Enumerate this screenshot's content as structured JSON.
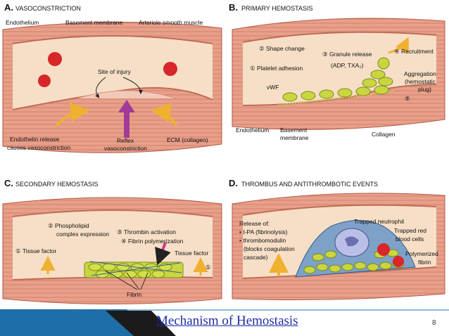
{
  "colors": {
    "vessel_wall": "#e7a08a",
    "lumen": "#f6dfc6",
    "endothelium": "#f3c3ad",
    "rbc": "#d8262a",
    "platelet": "#c9d640",
    "arrow": "#f0b030",
    "reflex_arrow": "#a23a9a",
    "footer_blue": "#1e6fa8",
    "title_blue": "#1d2ca8"
  },
  "panels": {
    "a": {
      "letter": "A.",
      "title": "VASOCONSTRICTION",
      "labels": {
        "endothelium": "Endothelium",
        "basement": "Basement membrane",
        "smooth": "Arteriole smooth muscle",
        "injury": "Site of injury",
        "endothelin1": "Endothelin release",
        "endothelin2": "causes vasoconstriction",
        "reflex1": "Reflex",
        "reflex2": "vasoconstriction",
        "ecm": "ECM (collagen)"
      }
    },
    "b": {
      "letter": "B.",
      "title": "PRIMARY HEMOSTASIS",
      "labels": {
        "shape": "② Shape change",
        "granule": "③ Granule release",
        "adp": "(ADP, TXA₂)",
        "recruit": "④ Recruitment",
        "adhesion": "① Platelet adhesion",
        "vwf": "vWF",
        "agg1": "Aggregation",
        "agg2": "(hemostatic",
        "agg3": "plug)",
        "agg_num": "⑤",
        "endothelium": "Endothelium",
        "basement1": "Basement",
        "basement2": "membrane",
        "collagen": "Collagen"
      }
    },
    "c": {
      "letter": "C.",
      "title": "SECONDARY HEMOSTASIS",
      "labels": {
        "phospho1": "② Phospholipid",
        "phospho2": "complex expression",
        "thrombin": "③ Thrombin activation",
        "fibrinpoly": "④ Fibrin polymerization",
        "tissue": "① Tissue factor",
        "tissue_r": "Tissue factor",
        "tissue_r_num": "①",
        "fibrin": "Fibrin"
      }
    },
    "d": {
      "letter": "D.",
      "title": "THROMBUS AND ANTITHROMBOTIC EVENTS",
      "labels": {
        "release": "Release of:",
        "tpa": "• t-PA (fibrinolysis)",
        "thrombo": "• thrombomodulin",
        "blocks1": "(blocks coagulation",
        "blocks2": "cascade)",
        "neutrophil": "Trapped neutrophil",
        "rbc1": "Trapped red",
        "rbc2": "blood cells",
        "fibrin1": "Polymerized",
        "fibrin2": "fibrin"
      }
    }
  },
  "footer": {
    "title": "Mechanism of Hemostasis",
    "page": "8"
  }
}
